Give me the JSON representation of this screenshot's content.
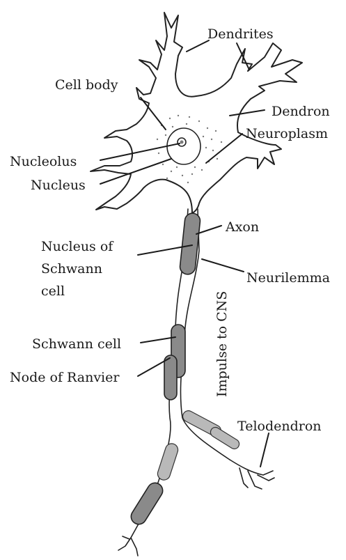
{
  "labels": {
    "dendrites": "Dendrites",
    "cell_body": "Cell body",
    "dendron": "Dendron",
    "neuroplasm": "Neuroplasm",
    "nucleolus": "Nucleolus",
    "nucleus": "Nucleus",
    "axon": "Axon",
    "nucleus_of_schwann_line1": "Nucleus of",
    "nucleus_of_schwann_line2": "Schwann",
    "nucleus_of_schwann_line3": "cell",
    "neurilemma": "Neurilemma",
    "impulse": "Impulse to CNS",
    "schwann_cell": "Schwann cell",
    "node_of_ranvier": "Node of Ranvier",
    "telodendron": "Telodendron"
  }
}
